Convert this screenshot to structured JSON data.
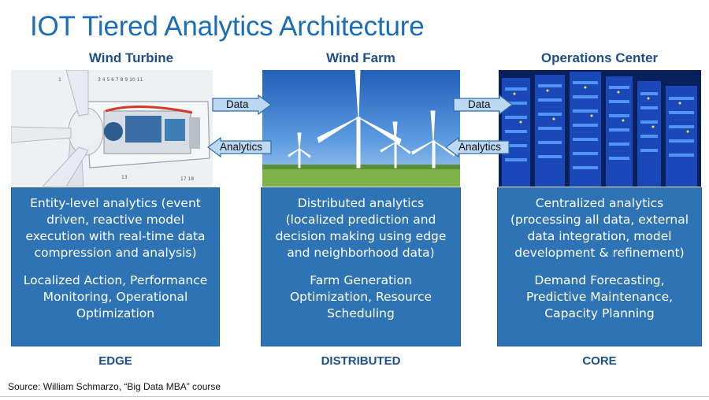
{
  "title": "IOT Tiered Analytics Architecture",
  "columns": [
    {
      "heading": "Wind Turbine",
      "description": "Entity-level analytics (event driven, reactive model execution with real-time data compression and analysis)",
      "uses": "Localized Action, Performance Monitoring, Operational Optimization",
      "tier": "EDGE",
      "image": "wind-turbine-cutaway"
    },
    {
      "heading": "Wind Farm",
      "description": "Distributed analytics (localized prediction and decision making using edge and neighborhood data)",
      "uses": "Farm Generation Optimization, Resource Scheduling",
      "tier": "DISTRIBUTED",
      "image": "wind-farm-photo"
    },
    {
      "heading": "Operations Center",
      "description": "Centralized analytics (processing all data, external data integration, model development & refinement)",
      "uses": "Demand Forecasting, Predictive Maintenance, Capacity Planning",
      "tier": "CORE",
      "image": "data-center-servers"
    }
  ],
  "arrows": {
    "forward_label": "Data",
    "backward_label": "Analytics"
  },
  "source": "Source: William Schmarzo, “Big Data MBA” course",
  "colors": {
    "title": "#1a6db8",
    "heading": "#1e4f8c",
    "box": "#2e74b5",
    "arrow_fill": "#bcd8f2",
    "arrow_stroke": "#2e6ea8"
  }
}
